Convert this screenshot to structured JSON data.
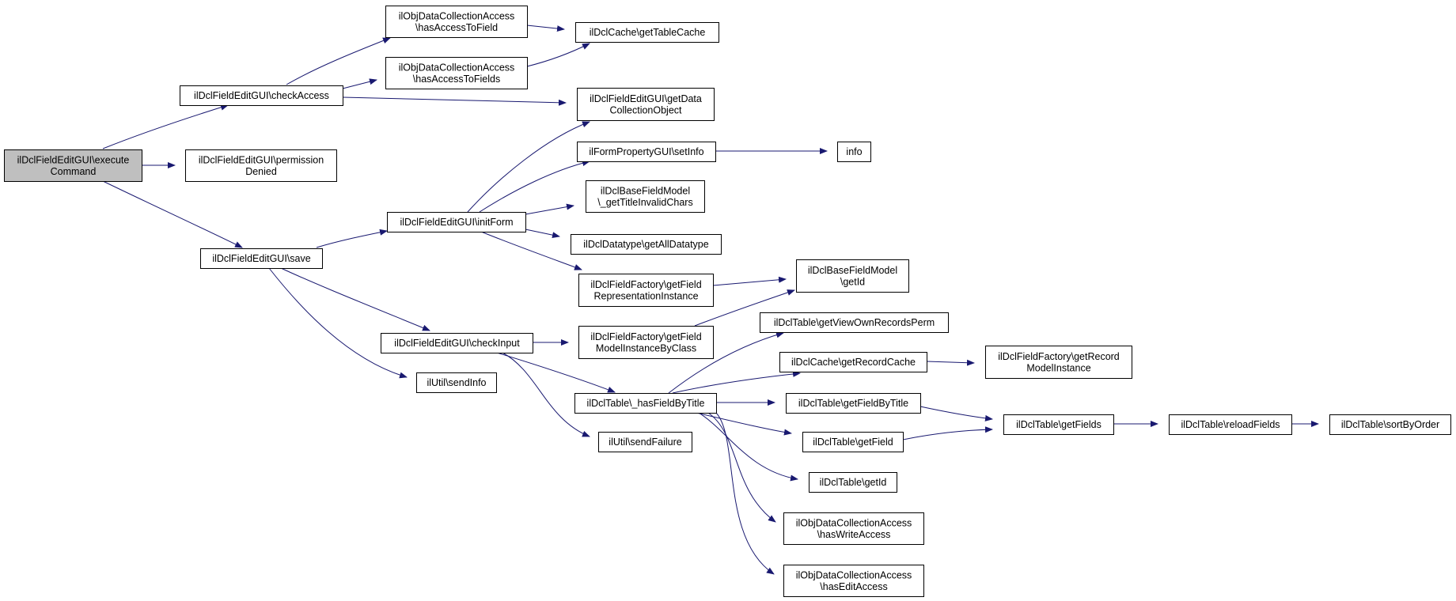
{
  "graph": {
    "colors": {
      "node_fill": "#ffffff",
      "node_stroke": "#000000",
      "root_fill": "#bfbfbf",
      "edge": "#191970"
    },
    "nodes": [
      {
        "id": "execute",
        "lines": [
          "ilDclFieldEditGUI\\execute",
          "Command"
        ],
        "root": true
      },
      {
        "id": "checkAccess",
        "lines": [
          "ilDclFieldEditGUI\\checkAccess"
        ]
      },
      {
        "id": "permDenied",
        "lines": [
          "ilDclFieldEditGUI\\permission",
          "Denied"
        ]
      },
      {
        "id": "save",
        "lines": [
          "ilDclFieldEditGUI\\save"
        ]
      },
      {
        "id": "hasAccessToField",
        "lines": [
          "ilObjDataCollectionAccess",
          "\\hasAccessToField"
        ]
      },
      {
        "id": "hasAccessToFields",
        "lines": [
          "ilObjDataCollectionAccess",
          "\\hasAccessToFields"
        ]
      },
      {
        "id": "getTableCache",
        "lines": [
          "ilDclCache\\getTableCache"
        ]
      },
      {
        "id": "getDataCollectionObject",
        "lines": [
          "ilDclFieldEditGUI\\getData",
          "CollectionObject"
        ]
      },
      {
        "id": "initForm",
        "lines": [
          "ilDclFieldEditGUI\\initForm"
        ]
      },
      {
        "id": "setInfo",
        "lines": [
          "ilFormPropertyGUI\\setInfo"
        ]
      },
      {
        "id": "info",
        "lines": [
          "info"
        ]
      },
      {
        "id": "getTitleInvalidChars",
        "lines": [
          "ilDclBaseFieldModel",
          "\\_getTitleInvalidChars"
        ]
      },
      {
        "id": "getAllDatatype",
        "lines": [
          "ilDclDatatype\\getAllDatatype"
        ]
      },
      {
        "id": "getFieldRepresentationInstance",
        "lines": [
          "ilDclFieldFactory\\getField",
          "RepresentationInstance"
        ]
      },
      {
        "id": "baseFieldGetId",
        "lines": [
          "ilDclBaseFieldModel",
          "\\getId"
        ]
      },
      {
        "id": "checkInput",
        "lines": [
          "ilDclFieldEditGUI\\checkInput"
        ]
      },
      {
        "id": "getFieldModelInstanceByClass",
        "lines": [
          "ilDclFieldFactory\\getField",
          "ModelInstanceByClass"
        ]
      },
      {
        "id": "sendInfo",
        "lines": [
          "ilUtil\\sendInfo"
        ]
      },
      {
        "id": "hasFieldByTitle",
        "lines": [
          "ilDclTable\\_hasFieldByTitle"
        ]
      },
      {
        "id": "sendFailure",
        "lines": [
          "ilUtil\\sendFailure"
        ]
      },
      {
        "id": "getViewOwnRecordsPerm",
        "lines": [
          "ilDclTable\\getViewOwnRecordsPerm"
        ]
      },
      {
        "id": "getRecordCache",
        "lines": [
          "ilDclCache\\getRecordCache"
        ]
      },
      {
        "id": "getRecordModelInstance",
        "lines": [
          "ilDclFieldFactory\\getRecord",
          "ModelInstance"
        ]
      },
      {
        "id": "getFieldByTitle",
        "lines": [
          "ilDclTable\\getFieldByTitle"
        ]
      },
      {
        "id": "getFields",
        "lines": [
          "ilDclTable\\getFields"
        ]
      },
      {
        "id": "reloadFields",
        "lines": [
          "ilDclTable\\reloadFields"
        ]
      },
      {
        "id": "sortByOrder",
        "lines": [
          "ilDclTable\\sortByOrder"
        ]
      },
      {
        "id": "getField",
        "lines": [
          "ilDclTable\\getField"
        ]
      },
      {
        "id": "tableGetId",
        "lines": [
          "ilDclTable\\getId"
        ]
      },
      {
        "id": "hasWriteAccess",
        "lines": [
          "ilObjDataCollectionAccess",
          "\\hasWriteAccess"
        ]
      },
      {
        "id": "hasEditAccess",
        "lines": [
          "ilObjDataCollectionAccess",
          "\\hasEditAccess"
        ]
      }
    ],
    "edges": [
      [
        "execute",
        "checkAccess"
      ],
      [
        "execute",
        "permDenied"
      ],
      [
        "execute",
        "save"
      ],
      [
        "checkAccess",
        "hasAccessToField"
      ],
      [
        "checkAccess",
        "hasAccessToFields"
      ],
      [
        "checkAccess",
        "getDataCollectionObject"
      ],
      [
        "hasAccessToField",
        "getTableCache"
      ],
      [
        "hasAccessToFields",
        "getTableCache"
      ],
      [
        "save",
        "initForm"
      ],
      [
        "save",
        "checkInput"
      ],
      [
        "save",
        "sendInfo"
      ],
      [
        "initForm",
        "getDataCollectionObject"
      ],
      [
        "initForm",
        "setInfo"
      ],
      [
        "initForm",
        "getTitleInvalidChars"
      ],
      [
        "initForm",
        "getAllDatatype"
      ],
      [
        "initForm",
        "getFieldRepresentationInstance"
      ],
      [
        "setInfo",
        "info"
      ],
      [
        "getFieldRepresentationInstance",
        "baseFieldGetId"
      ],
      [
        "getFieldModelInstanceByClass",
        "baseFieldGetId"
      ],
      [
        "checkInput",
        "getFieldModelInstanceByClass"
      ],
      [
        "checkInput",
        "hasFieldByTitle"
      ],
      [
        "checkInput",
        "sendFailure"
      ],
      [
        "hasFieldByTitle",
        "getViewOwnRecordsPerm"
      ],
      [
        "hasFieldByTitle",
        "getRecordCache"
      ],
      [
        "hasFieldByTitle",
        "getFieldByTitle"
      ],
      [
        "hasFieldByTitle",
        "getField"
      ],
      [
        "hasFieldByTitle",
        "tableGetId"
      ],
      [
        "hasFieldByTitle",
        "hasWriteAccess"
      ],
      [
        "hasFieldByTitle",
        "hasEditAccess"
      ],
      [
        "getRecordCache",
        "getRecordModelInstance"
      ],
      [
        "getFieldByTitle",
        "getFields"
      ],
      [
        "getField",
        "getFields"
      ],
      [
        "getFields",
        "reloadFields"
      ],
      [
        "reloadFields",
        "sortByOrder"
      ]
    ]
  }
}
